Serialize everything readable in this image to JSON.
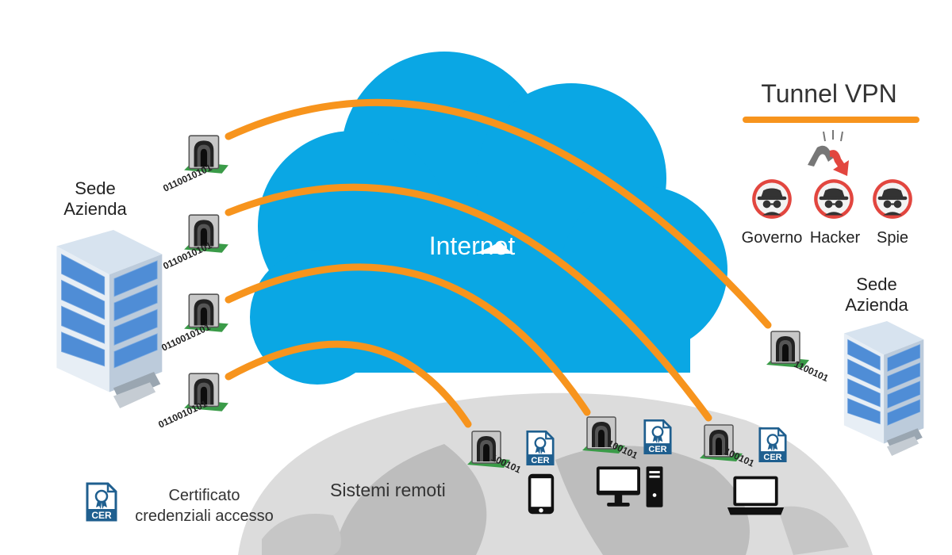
{
  "cloud": {
    "label": "Internet"
  },
  "left_site": {
    "line1": "Sede",
    "line2": "Azienda"
  },
  "right_site": {
    "line1": "Sede",
    "line2": "Azienda"
  },
  "legend": {
    "title": "Tunnel VPN",
    "threats": [
      "Governo",
      "Hacker",
      "Spie"
    ]
  },
  "tunnel_code": "0110010101",
  "remote_code": "100101",
  "right_code": "1100101",
  "cert_badge": "CER",
  "remote_label": "Sistemi remoti",
  "certificate_legend": {
    "line1": "Certificato",
    "line2": "credenziali accesso"
  },
  "colors": {
    "cloud": "#0aa7e4",
    "tunnel": "#f7941d",
    "threat": "#e2463f",
    "cert": "#1f5f8f"
  }
}
